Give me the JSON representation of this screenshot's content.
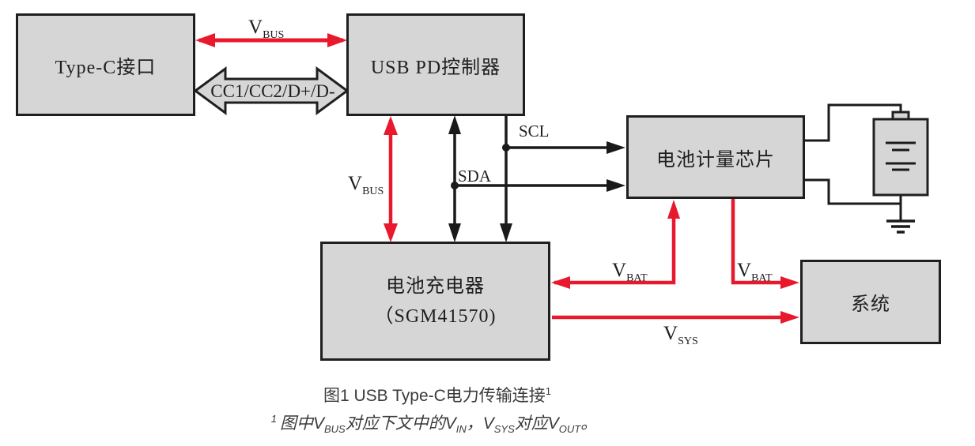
{
  "diagram": {
    "boxes": {
      "typec": {
        "label": "Type-C接口"
      },
      "pd_controller": {
        "label": "USB PD控制器"
      },
      "fuel_gauge": {
        "label": "电池计量芯片"
      },
      "charger": {
        "label_line1": "电池充电器",
        "label_line2": "（SGM41570)"
      },
      "system": {
        "label": "系统"
      }
    },
    "wire_labels": {
      "vbus_top": {
        "main": "V",
        "sub": "BUS"
      },
      "cc_lines": {
        "text": "CC1/CC2/D+/D-"
      },
      "vbus_vertical": {
        "main": "V",
        "sub": "BUS"
      },
      "scl": {
        "text": "SCL"
      },
      "sda": {
        "text": "SDA"
      },
      "vbat_left": {
        "main": "V",
        "sub": "BAT"
      },
      "vbat_right": {
        "main": "V",
        "sub": "BAT"
      },
      "vsys": {
        "main": "V",
        "sub": "SYS"
      }
    }
  },
  "caption": {
    "text": "图1 USB Type-C电力传输连接",
    "sup": "1"
  },
  "footnote": {
    "sup": "1",
    "seg1": "图中V",
    "sub1": "BUS",
    "seg2": "对应下文中的V",
    "sub2": "IN",
    "seg3": "，V",
    "sub3": "SYS",
    "seg4": "对应V",
    "sub4": "OUT",
    "seg5": "。"
  },
  "colors": {
    "box_fill": "#d6d6d6",
    "box_border": "#1f1f1f",
    "wire_black": "#1a1a1a",
    "wire_red": "#e8192d",
    "background": "#ffffff",
    "caption_text": "#3a3a3a"
  }
}
